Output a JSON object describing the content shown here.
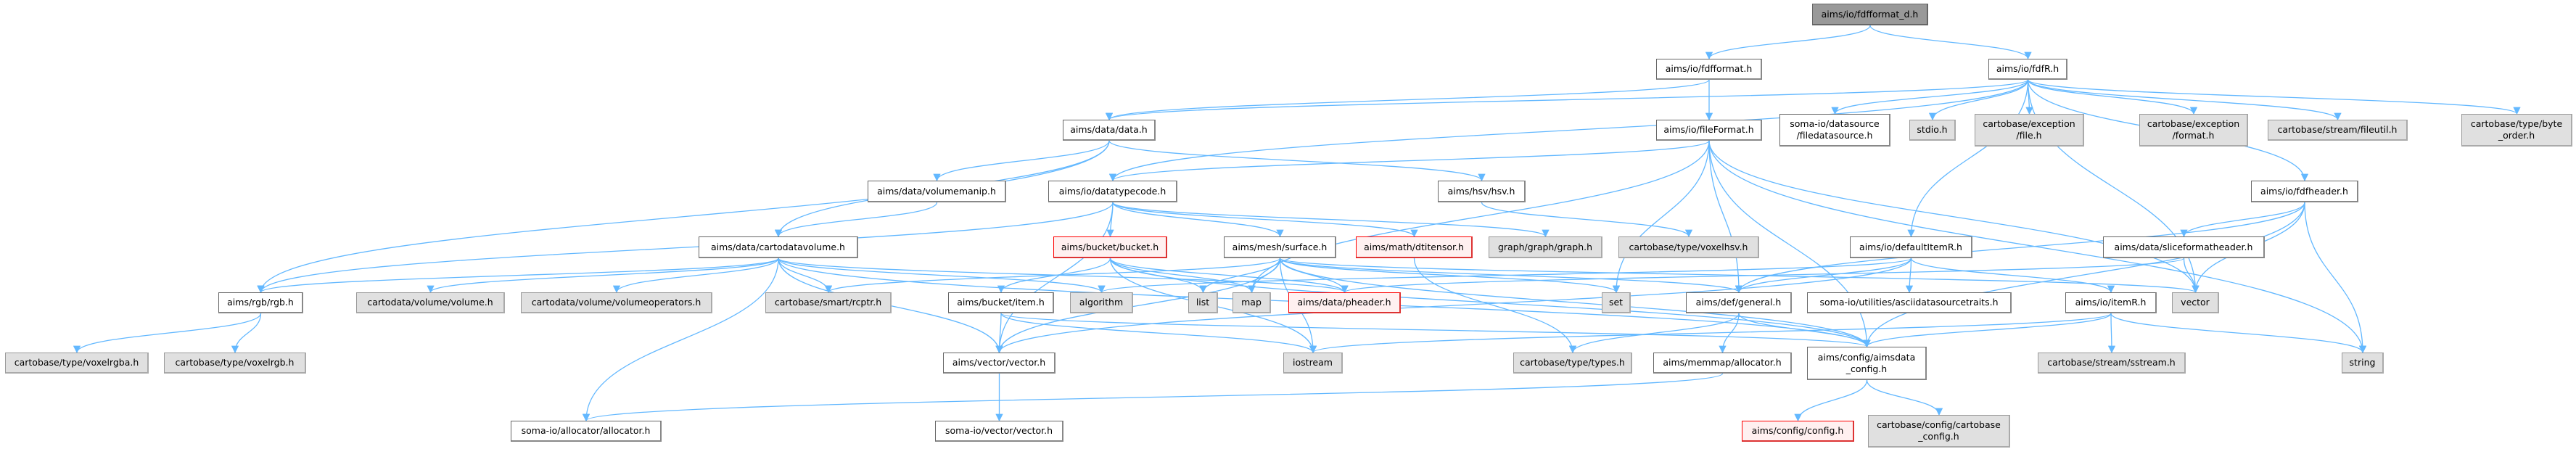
{
  "diagram": {
    "title": "aims/io/fdfformat_d.h",
    "edge_color": "#63b8ff",
    "node_colors": {
      "root_fill": "#999999",
      "normal_fill": "#ffffff",
      "external_fill": "#e0e0e0",
      "incomplete_fill": "#fff0f0",
      "incomplete_border": "#ff0000"
    },
    "nodes": [
      {
        "id": "fdfformat_d",
        "label": "aims/io/fdfformat_d.h",
        "kind": "root"
      },
      {
        "id": "fdfformat",
        "label": "aims/io/fdfformat.h",
        "kind": "normal"
      },
      {
        "id": "fdfR",
        "label": "aims/io/fdfR.h",
        "kind": "normal"
      },
      {
        "id": "data",
        "label": "aims/data/data.h",
        "kind": "normal"
      },
      {
        "id": "fileFormat",
        "label": "aims/io/fileFormat.h",
        "kind": "normal"
      },
      {
        "id": "filedatasource",
        "label": "soma-io/datasource\n/filedatasource.h",
        "kind": "normal"
      },
      {
        "id": "stdio",
        "label": "stdio.h",
        "kind": "external"
      },
      {
        "id": "exc_file",
        "label": "cartobase/exception\n/file.h",
        "kind": "external"
      },
      {
        "id": "exc_format",
        "label": "cartobase/exception\n/format.h",
        "kind": "external"
      },
      {
        "id": "fileutil",
        "label": "cartobase/stream/fileutil.h",
        "kind": "external"
      },
      {
        "id": "byte_order",
        "label": "cartobase/type/byte\n_order.h",
        "kind": "external"
      },
      {
        "id": "volumemanip",
        "label": "aims/data/volumemanip.h",
        "kind": "normal"
      },
      {
        "id": "datatypecode",
        "label": "aims/io/datatypecode.h",
        "kind": "normal"
      },
      {
        "id": "hsv",
        "label": "aims/hsv/hsv.h",
        "kind": "normal"
      },
      {
        "id": "fdfheader",
        "label": "aims/io/fdfheader.h",
        "kind": "normal"
      },
      {
        "id": "cartodatavolume",
        "label": "aims/data/cartodatavolume.h",
        "kind": "normal"
      },
      {
        "id": "bucket",
        "label": "aims/bucket/bucket.h",
        "kind": "red"
      },
      {
        "id": "surface",
        "label": "aims/mesh/surface.h",
        "kind": "normal"
      },
      {
        "id": "dtitensor",
        "label": "aims/math/dtitensor.h",
        "kind": "red"
      },
      {
        "id": "graph",
        "label": "graph/graph/graph.h",
        "kind": "external"
      },
      {
        "id": "voxelhsv",
        "label": "cartobase/type/voxelhsv.h",
        "kind": "external"
      },
      {
        "id": "defaultItemR",
        "label": "aims/io/defaultItemR.h",
        "kind": "normal"
      },
      {
        "id": "sliceformatheader",
        "label": "aims/data/sliceformatheader.h",
        "kind": "normal"
      },
      {
        "id": "rgb",
        "label": "aims/rgb/rgb.h",
        "kind": "normal"
      },
      {
        "id": "volume",
        "label": "cartodata/volume/volume.h",
        "kind": "external"
      },
      {
        "id": "volumeoperators",
        "label": "cartodata/volume/volumeoperators.h",
        "kind": "external"
      },
      {
        "id": "rcptr",
        "label": "cartobase/smart/rcptr.h",
        "kind": "external"
      },
      {
        "id": "item",
        "label": "aims/bucket/item.h",
        "kind": "normal"
      },
      {
        "id": "algorithm",
        "label": "algorithm",
        "kind": "external"
      },
      {
        "id": "list",
        "label": "list",
        "kind": "external"
      },
      {
        "id": "map",
        "label": "map",
        "kind": "external"
      },
      {
        "id": "pheader",
        "label": "aims/data/pheader.h",
        "kind": "red"
      },
      {
        "id": "set",
        "label": "set",
        "kind": "external"
      },
      {
        "id": "general",
        "label": "aims/def/general.h",
        "kind": "normal"
      },
      {
        "id": "asciidatasourcetraits",
        "label": "soma-io/utilities/asciidatasourcetraits.h",
        "kind": "normal"
      },
      {
        "id": "itemR",
        "label": "aims/io/itemR.h",
        "kind": "normal"
      },
      {
        "id": "vector_std",
        "label": "vector",
        "kind": "external"
      },
      {
        "id": "voxelrgba",
        "label": "cartobase/type/voxelrgba.h",
        "kind": "external"
      },
      {
        "id": "voxelrgb",
        "label": "cartobase/type/voxelrgb.h",
        "kind": "external"
      },
      {
        "id": "aims_vector",
        "label": "aims/vector/vector.h",
        "kind": "normal"
      },
      {
        "id": "iostream",
        "label": "iostream",
        "kind": "external"
      },
      {
        "id": "types",
        "label": "cartobase/type/types.h",
        "kind": "external"
      },
      {
        "id": "memmap_allocator",
        "label": "aims/memmap/allocator.h",
        "kind": "normal"
      },
      {
        "id": "aimsdata_config",
        "label": "aims/config/aimsdata\n_config.h",
        "kind": "normal"
      },
      {
        "id": "sstream",
        "label": "cartobase/stream/sstream.h",
        "kind": "external"
      },
      {
        "id": "string",
        "label": "string",
        "kind": "external"
      },
      {
        "id": "somaio_allocator",
        "label": "soma-io/allocator/allocator.h",
        "kind": "normal"
      },
      {
        "id": "somaio_vector",
        "label": "soma-io/vector/vector.h",
        "kind": "normal"
      },
      {
        "id": "config",
        "label": "aims/config/config.h",
        "kind": "red"
      },
      {
        "id": "cartobase_config",
        "label": "cartobase/config/cartobase\n_config.h",
        "kind": "external"
      }
    ],
    "edges": [
      [
        "fdfformat_d",
        "fdfformat"
      ],
      [
        "fdfformat_d",
        "fdfR"
      ],
      [
        "fdfformat",
        "data"
      ],
      [
        "fdfformat",
        "fileFormat"
      ],
      [
        "fdfR",
        "data"
      ],
      [
        "fdfR",
        "filedatasource"
      ],
      [
        "fdfR",
        "stdio"
      ],
      [
        "fdfR",
        "exc_file"
      ],
      [
        "fdfR",
        "exc_format"
      ],
      [
        "fdfR",
        "fileutil"
      ],
      [
        "fdfR",
        "byte_order"
      ],
      [
        "fdfR",
        "datatypecode"
      ],
      [
        "fdfR",
        "defaultItemR"
      ],
      [
        "fdfR",
        "fdfheader"
      ],
      [
        "fdfR",
        "vector_std"
      ],
      [
        "data",
        "volumemanip"
      ],
      [
        "data",
        "cartodatavolume"
      ],
      [
        "data",
        "hsv"
      ],
      [
        "data",
        "rgb"
      ],
      [
        "fileFormat",
        "datatypecode"
      ],
      [
        "fileFormat",
        "general"
      ],
      [
        "fileFormat",
        "aimsdata_config"
      ],
      [
        "fileFormat",
        "map"
      ],
      [
        "fileFormat",
        "string"
      ],
      [
        "fileFormat",
        "vector_std"
      ],
      [
        "fileFormat",
        "set"
      ],
      [
        "volumemanip",
        "cartodatavolume"
      ],
      [
        "datatypecode",
        "bucket"
      ],
      [
        "datatypecode",
        "surface"
      ],
      [
        "datatypecode",
        "dtitensor"
      ],
      [
        "datatypecode",
        "graph"
      ],
      [
        "datatypecode",
        "rgb"
      ],
      [
        "datatypecode",
        "aims_vector"
      ],
      [
        "hsv",
        "voxelhsv"
      ],
      [
        "fdfheader",
        "sliceformatheader"
      ],
      [
        "fdfheader",
        "vector_std"
      ],
      [
        "fdfheader",
        "string"
      ],
      [
        "fdfheader",
        "aimsdata_config"
      ],
      [
        "fdfheader",
        "general"
      ],
      [
        "cartodatavolume",
        "rgb"
      ],
      [
        "cartodatavolume",
        "volume"
      ],
      [
        "cartodatavolume",
        "volumeoperators"
      ],
      [
        "cartodatavolume",
        "rcptr"
      ],
      [
        "cartodatavolume",
        "algorithm"
      ],
      [
        "cartodatavolume",
        "aims_vector"
      ],
      [
        "cartodatavolume",
        "pheader"
      ],
      [
        "cartodatavolume",
        "somaio_allocator"
      ],
      [
        "cartodatavolume",
        "aimsdata_config"
      ],
      [
        "bucket",
        "item"
      ],
      [
        "bucket",
        "list"
      ],
      [
        "bucket",
        "map"
      ],
      [
        "bucket",
        "pheader"
      ],
      [
        "bucket",
        "iostream"
      ],
      [
        "bucket",
        "aimsdata_config"
      ],
      [
        "surface",
        "rcptr"
      ],
      [
        "surface",
        "map"
      ],
      [
        "surface",
        "pheader"
      ],
      [
        "surface",
        "aims_vector"
      ],
      [
        "surface",
        "set"
      ],
      [
        "surface",
        "general"
      ],
      [
        "surface",
        "vector_std"
      ],
      [
        "surface",
        "iostream"
      ],
      [
        "surface",
        "aimsdata_config"
      ],
      [
        "surface",
        "list"
      ],
      [
        "dtitensor",
        "types"
      ],
      [
        "defaultItemR",
        "general"
      ],
      [
        "defaultItemR",
        "asciidatasourcetraits"
      ],
      [
        "defaultItemR",
        "itemR"
      ],
      [
        "defaultItemR",
        "algorithm"
      ],
      [
        "defaultItemR",
        "aims_vector"
      ],
      [
        "sliceformatheader",
        "vector_std"
      ],
      [
        "sliceformatheader",
        "pheader"
      ],
      [
        "rgb",
        "voxelrgba"
      ],
      [
        "rgb",
        "voxelrgb"
      ],
      [
        "item",
        "aims_vector"
      ],
      [
        "item",
        "iostream"
      ],
      [
        "item",
        "aimsdata_config"
      ],
      [
        "general",
        "types"
      ],
      [
        "general",
        "memmap_allocator"
      ],
      [
        "general",
        "aimsdata_config"
      ],
      [
        "itemR",
        "aimsdata_config"
      ],
      [
        "itemR",
        "sstream"
      ],
      [
        "itemR",
        "string"
      ],
      [
        "itemR",
        "iostream"
      ],
      [
        "aims_vector",
        "somaio_vector"
      ],
      [
        "memmap_allocator",
        "somaio_allocator"
      ],
      [
        "aimsdata_config",
        "config"
      ],
      [
        "aimsdata_config",
        "cartobase_config"
      ]
    ]
  }
}
